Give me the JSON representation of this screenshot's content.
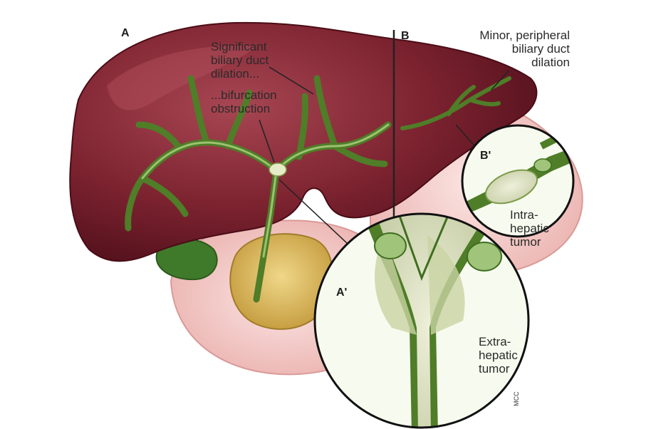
{
  "panels": {
    "a": "A",
    "b": "B",
    "a_prime": "A'",
    "b_prime": "B'"
  },
  "labels": {
    "significant_1": "Significant",
    "significant_2": "biliary duct",
    "significant_3": "dilation...",
    "bifurcation_1": "...bifurcation",
    "bifurcation_2": "obstruction",
    "minor_1": "Minor, peripheral",
    "minor_2": "biliary duct",
    "minor_3": "dilation",
    "intra_1": "Intra-",
    "intra_2": "hepatic",
    "intra_3": "tumor",
    "extra_1": "Extra-",
    "extra_2": "hepatic",
    "extra_3": "tumor"
  },
  "signature": "MCC",
  "colors": {
    "liver": "#7a1f2a",
    "liver_highlight": "#a3404a",
    "duct": "#5f8f32",
    "duct_light": "#a8c97a",
    "tumor": "#d8dcc0",
    "gallbladder": "#3f7a2a",
    "pancreas": "#f2c2c0",
    "stomach": "#e3c46a"
  }
}
